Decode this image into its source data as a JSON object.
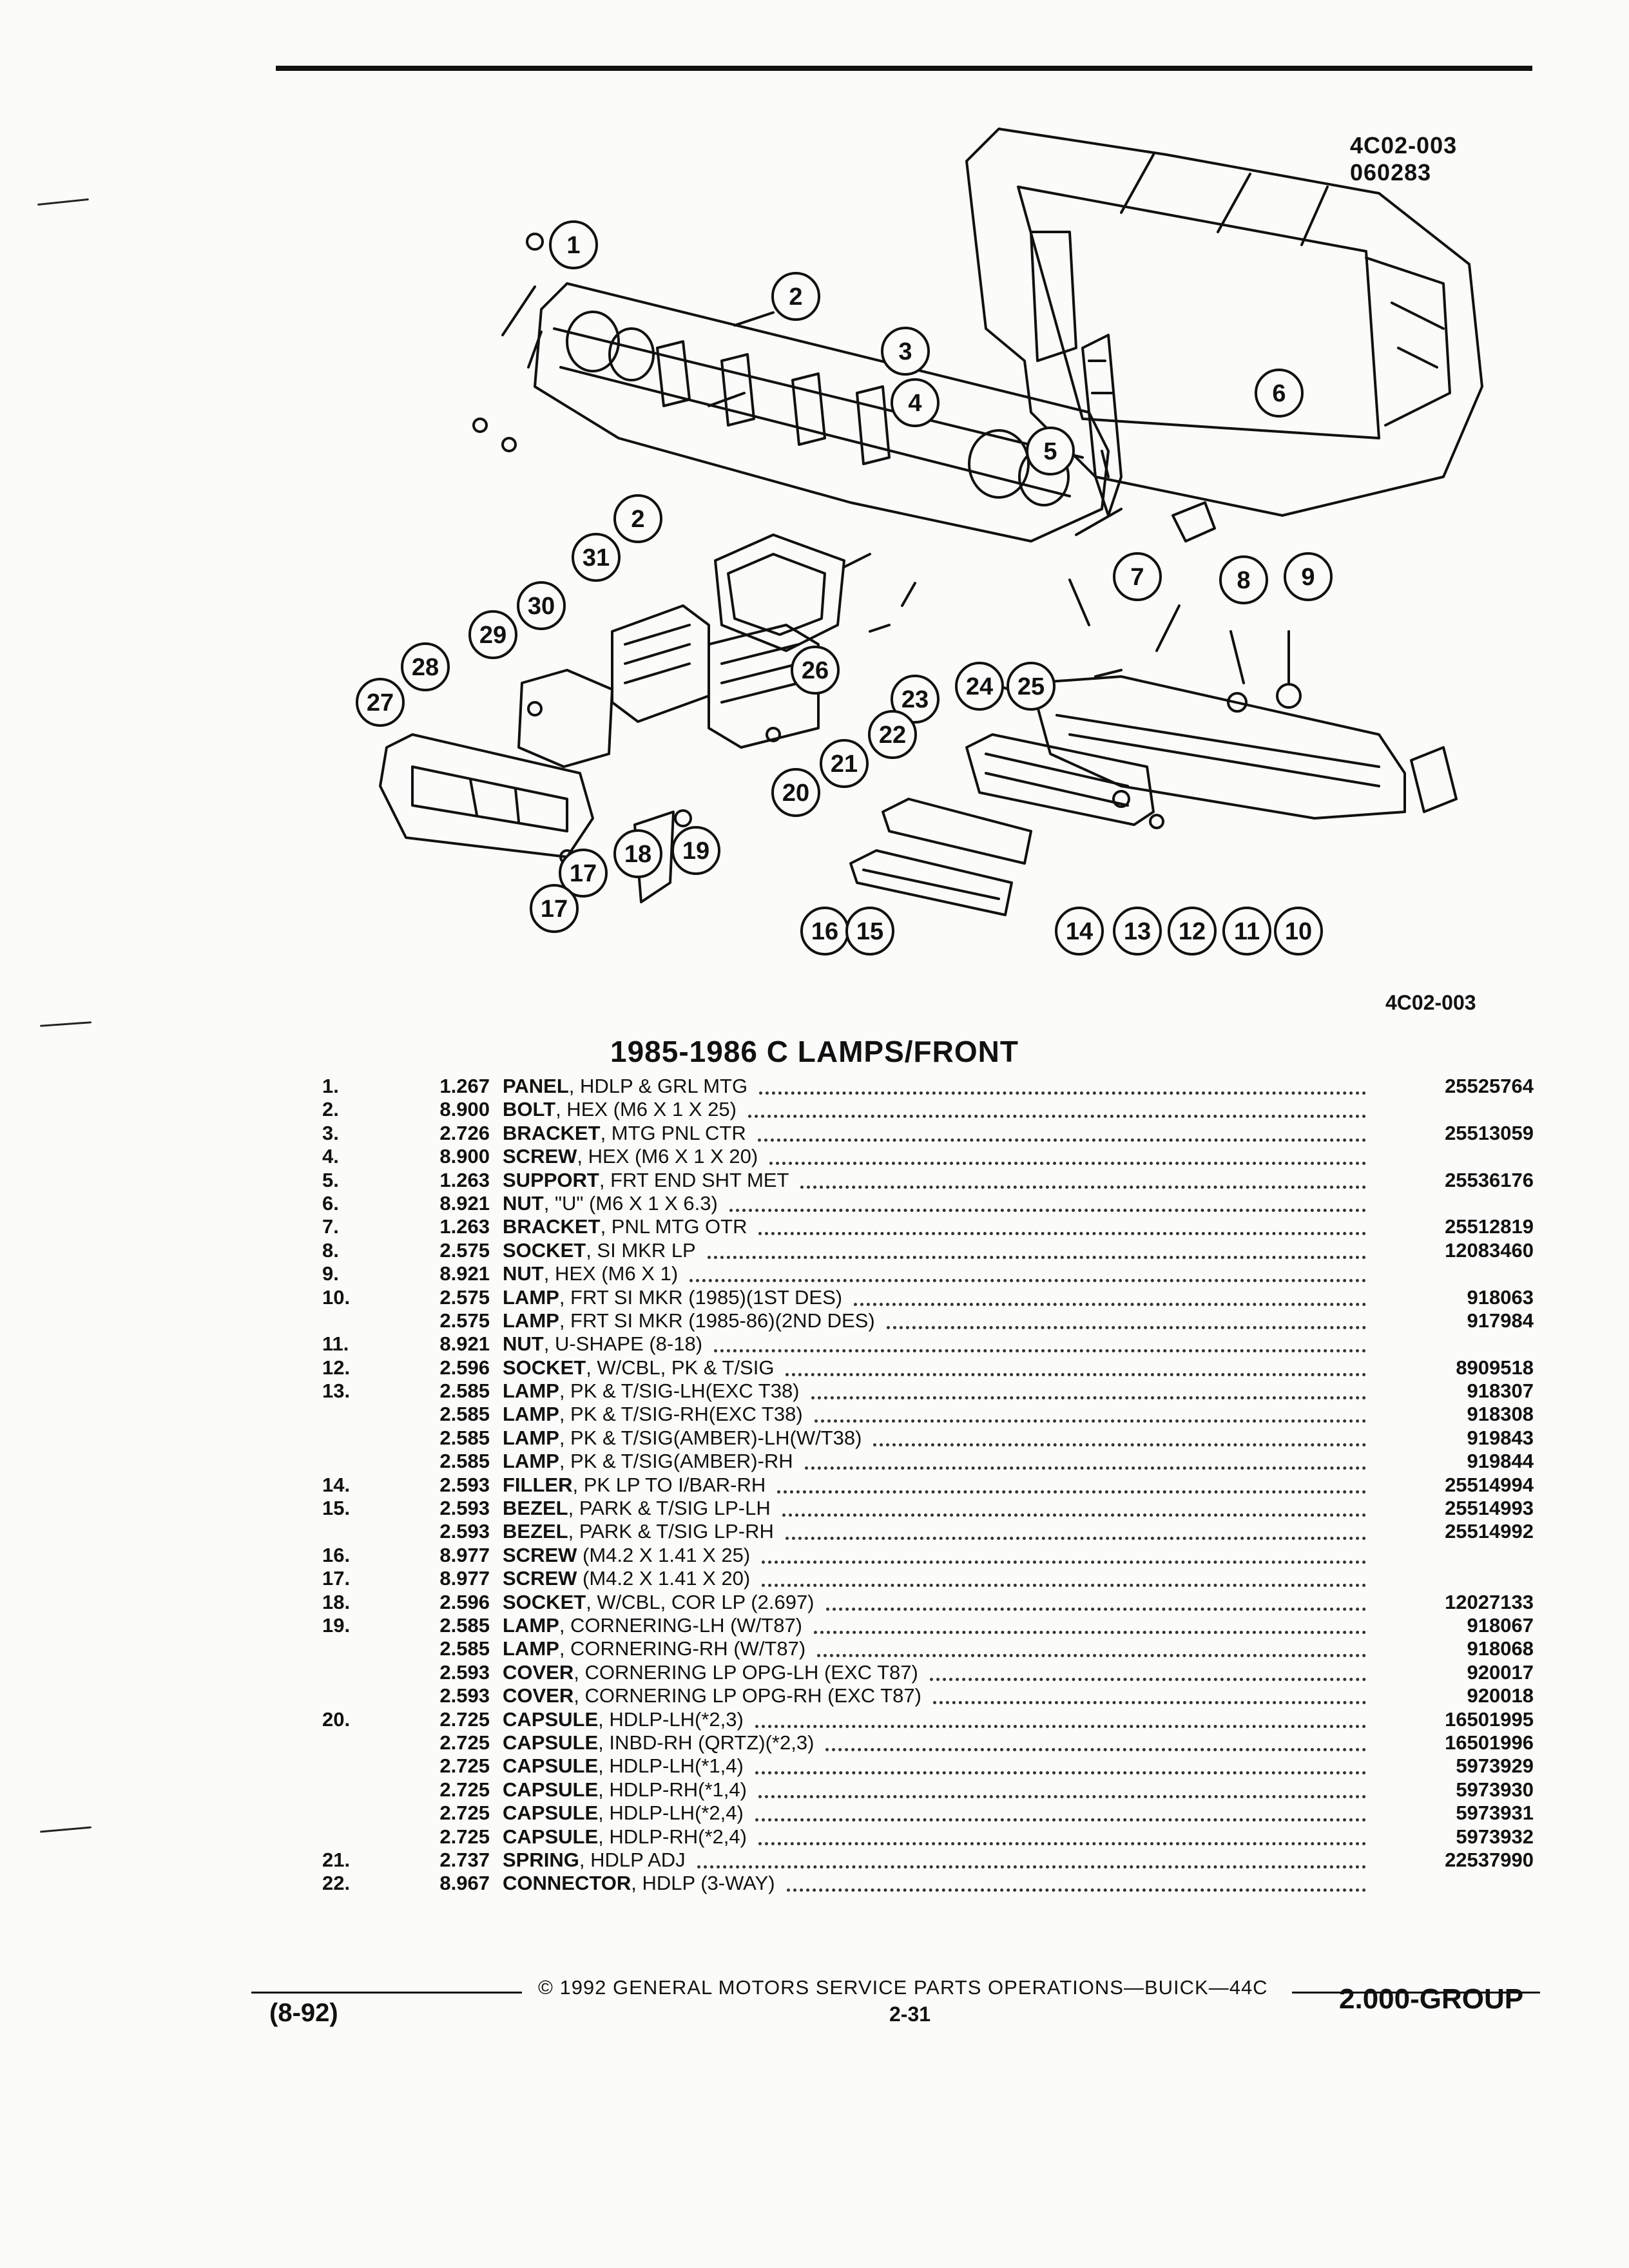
{
  "header": {
    "figure_code_top": [
      "4C02-003",
      "060283"
    ],
    "figure_code_mid": "4C02-003"
  },
  "title": "1985-1986 C LAMPS/FRONT",
  "callouts": [
    "1",
    "2",
    "3",
    "4",
    "5",
    "6",
    "7",
    "8",
    "9",
    "2",
    "31",
    "30",
    "29",
    "28",
    "27",
    "26",
    "25",
    "24",
    "23",
    "22",
    "21",
    "20",
    "19",
    "18",
    "17",
    "17",
    "16",
    "15",
    "14",
    "13",
    "12",
    "11",
    "10"
  ],
  "parts": [
    {
      "no": "1.",
      "grp": "1.267",
      "name": "PANEL",
      "detail": ", HDLP & GRL MTG",
      "pn": "25525764"
    },
    {
      "no": "2.",
      "grp": "8.900",
      "name": "BOLT",
      "detail": ", HEX (M6 X 1 X 25)",
      "pn": ""
    },
    {
      "no": "3.",
      "grp": "2.726",
      "name": "BRACKET",
      "detail": ", MTG PNL CTR",
      "pn": "25513059"
    },
    {
      "no": "4.",
      "grp": "8.900",
      "name": "SCREW",
      "detail": ", HEX (M6 X 1 X 20)",
      "pn": ""
    },
    {
      "no": "5.",
      "grp": "1.263",
      "name": "SUPPORT",
      "detail": ", FRT END SHT MET",
      "pn": "25536176"
    },
    {
      "no": "6.",
      "grp": "8.921",
      "name": "NUT",
      "detail": ", \"U\" (M6 X 1 X 6.3)",
      "pn": ""
    },
    {
      "no": "7.",
      "grp": "1.263",
      "name": "BRACKET",
      "detail": ", PNL MTG OTR",
      "pn": "25512819"
    },
    {
      "no": "8.",
      "grp": "2.575",
      "name": "SOCKET",
      "detail": ", SI MKR LP",
      "pn": "12083460"
    },
    {
      "no": "9.",
      "grp": "8.921",
      "name": "NUT",
      "detail": ", HEX (M6 X 1)",
      "pn": ""
    },
    {
      "no": "10.",
      "grp": "2.575",
      "name": "LAMP",
      "detail": ", FRT SI MKR (1985)(1ST DES)",
      "pn": "918063"
    },
    {
      "no": "",
      "grp": "2.575",
      "name": "LAMP",
      "detail": ", FRT SI MKR (1985-86)(2ND DES)",
      "pn": "917984"
    },
    {
      "no": "11.",
      "grp": "8.921",
      "name": "NUT",
      "detail": ", U-SHAPE (8-18)",
      "pn": ""
    },
    {
      "no": "12.",
      "grp": "2.596",
      "name": "SOCKET",
      "detail": ", W/CBL, PK & T/SIG",
      "pn": "8909518"
    },
    {
      "no": "13.",
      "grp": "2.585",
      "name": "LAMP",
      "detail": ", PK & T/SIG-LH(EXC T38)",
      "pn": "918307"
    },
    {
      "no": "",
      "grp": "2.585",
      "name": "LAMP",
      "detail": ", PK & T/SIG-RH(EXC T38)",
      "pn": "918308"
    },
    {
      "no": "",
      "grp": "2.585",
      "name": "LAMP",
      "detail": ", PK & T/SIG(AMBER)-LH(W/T38)",
      "pn": "919843"
    },
    {
      "no": "",
      "grp": "2.585",
      "name": "LAMP",
      "detail": ", PK & T/SIG(AMBER)-RH",
      "pn": "919844"
    },
    {
      "no": "14.",
      "grp": "2.593",
      "name": "FILLER",
      "detail": ", PK LP TO I/BAR-RH",
      "pn": "25514994"
    },
    {
      "no": "15.",
      "grp": "2.593",
      "name": "BEZEL",
      "detail": ", PARK & T/SIG LP-LH",
      "pn": "25514993"
    },
    {
      "no": "",
      "grp": "2.593",
      "name": "BEZEL",
      "detail": ", PARK & T/SIG LP-RH",
      "pn": "25514992"
    },
    {
      "no": "16.",
      "grp": "8.977",
      "name": "SCREW",
      "detail": " (M4.2 X 1.41 X 25)",
      "pn": ""
    },
    {
      "no": "17.",
      "grp": "8.977",
      "name": "SCREW",
      "detail": " (M4.2 X 1.41 X 20)",
      "pn": ""
    },
    {
      "no": "18.",
      "grp": "2.596",
      "name": "SOCKET",
      "detail": ", W/CBL, COR LP (2.697)",
      "pn": "12027133"
    },
    {
      "no": "19.",
      "grp": "2.585",
      "name": "LAMP",
      "detail": ", CORNERING-LH (W/T87)",
      "pn": "918067"
    },
    {
      "no": "",
      "grp": "2.585",
      "name": "LAMP",
      "detail": ", CORNERING-RH (W/T87)",
      "pn": "918068"
    },
    {
      "no": "",
      "grp": "2.593",
      "name": "COVER",
      "detail": ", CORNERING LP OPG-LH (EXC T87)",
      "pn": "920017"
    },
    {
      "no": "",
      "grp": "2.593",
      "name": "COVER",
      "detail": ", CORNERING LP OPG-RH (EXC T87)",
      "pn": "920018"
    },
    {
      "no": "20.",
      "grp": "2.725",
      "name": "CAPSULE",
      "detail": ", HDLP-LH(*2,3)",
      "pn": "16501995"
    },
    {
      "no": "",
      "grp": "2.725",
      "name": "CAPSULE",
      "detail": ", INBD-RH (QRTZ)(*2,3)",
      "pn": "16501996"
    },
    {
      "no": "",
      "grp": "2.725",
      "name": "CAPSULE",
      "detail": ", HDLP-LH(*1,4)",
      "pn": "5973929"
    },
    {
      "no": "",
      "grp": "2.725",
      "name": "CAPSULE",
      "detail": ", HDLP-RH(*1,4)",
      "pn": "5973930"
    },
    {
      "no": "",
      "grp": "2.725",
      "name": "CAPSULE",
      "detail": ", HDLP-LH(*2,4)",
      "pn": "5973931"
    },
    {
      "no": "",
      "grp": "2.725",
      "name": "CAPSULE",
      "detail": ", HDLP-RH(*2,4)",
      "pn": "5973932"
    },
    {
      "no": "21.",
      "grp": "2.737",
      "name": "SPRING",
      "detail": ", HDLP ADJ",
      "pn": "22537990"
    },
    {
      "no": "22.",
      "grp": "8.967",
      "name": "CONNECTOR",
      "detail": ", HDLP (3-WAY)",
      "pn": ""
    }
  ],
  "footer": {
    "copyright": "© 1992 GENERAL MOTORS SERVICE PARTS OPERATIONS—BUICK—44C",
    "date": "(8-92)",
    "page": "2-31",
    "group": "2.000-GROUP"
  }
}
